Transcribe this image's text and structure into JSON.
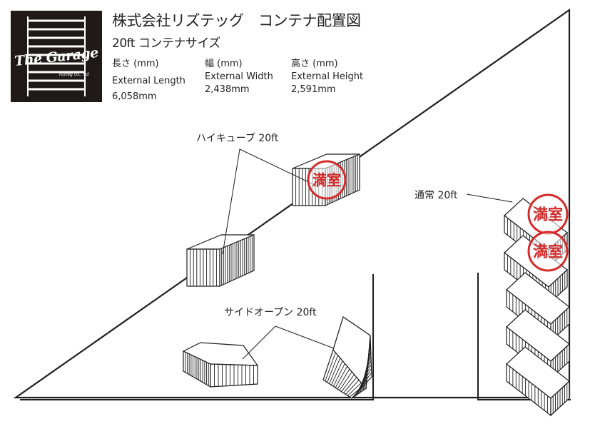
{
  "header": {
    "title": "株式会社リズテッグ　コンテナ配置図",
    "subtitle": "20ft コンテナサイズ"
  },
  "logo": {
    "text": "The Garage",
    "subtext": "Rizteg co., ltd"
  },
  "specs": [
    {
      "label": "長さ (mm)",
      "name": "External Length",
      "value": "6,058mm"
    },
    {
      "label": "幅 (mm)",
      "name": "External Width",
      "value": "2,438mm"
    },
    {
      "label": "高さ (mm)",
      "name": "External Height",
      "value": "2,591mm"
    }
  ],
  "labels": {
    "high_cube": "ハイキューブ 20ft",
    "standard": "通常 20ft",
    "side_open": "サイドオープン 20ft"
  },
  "stamp": {
    "text": "満室",
    "color": "#d42a2a"
  },
  "colors": {
    "line": "#1e1e1e",
    "stamp": "#d42a2a"
  }
}
